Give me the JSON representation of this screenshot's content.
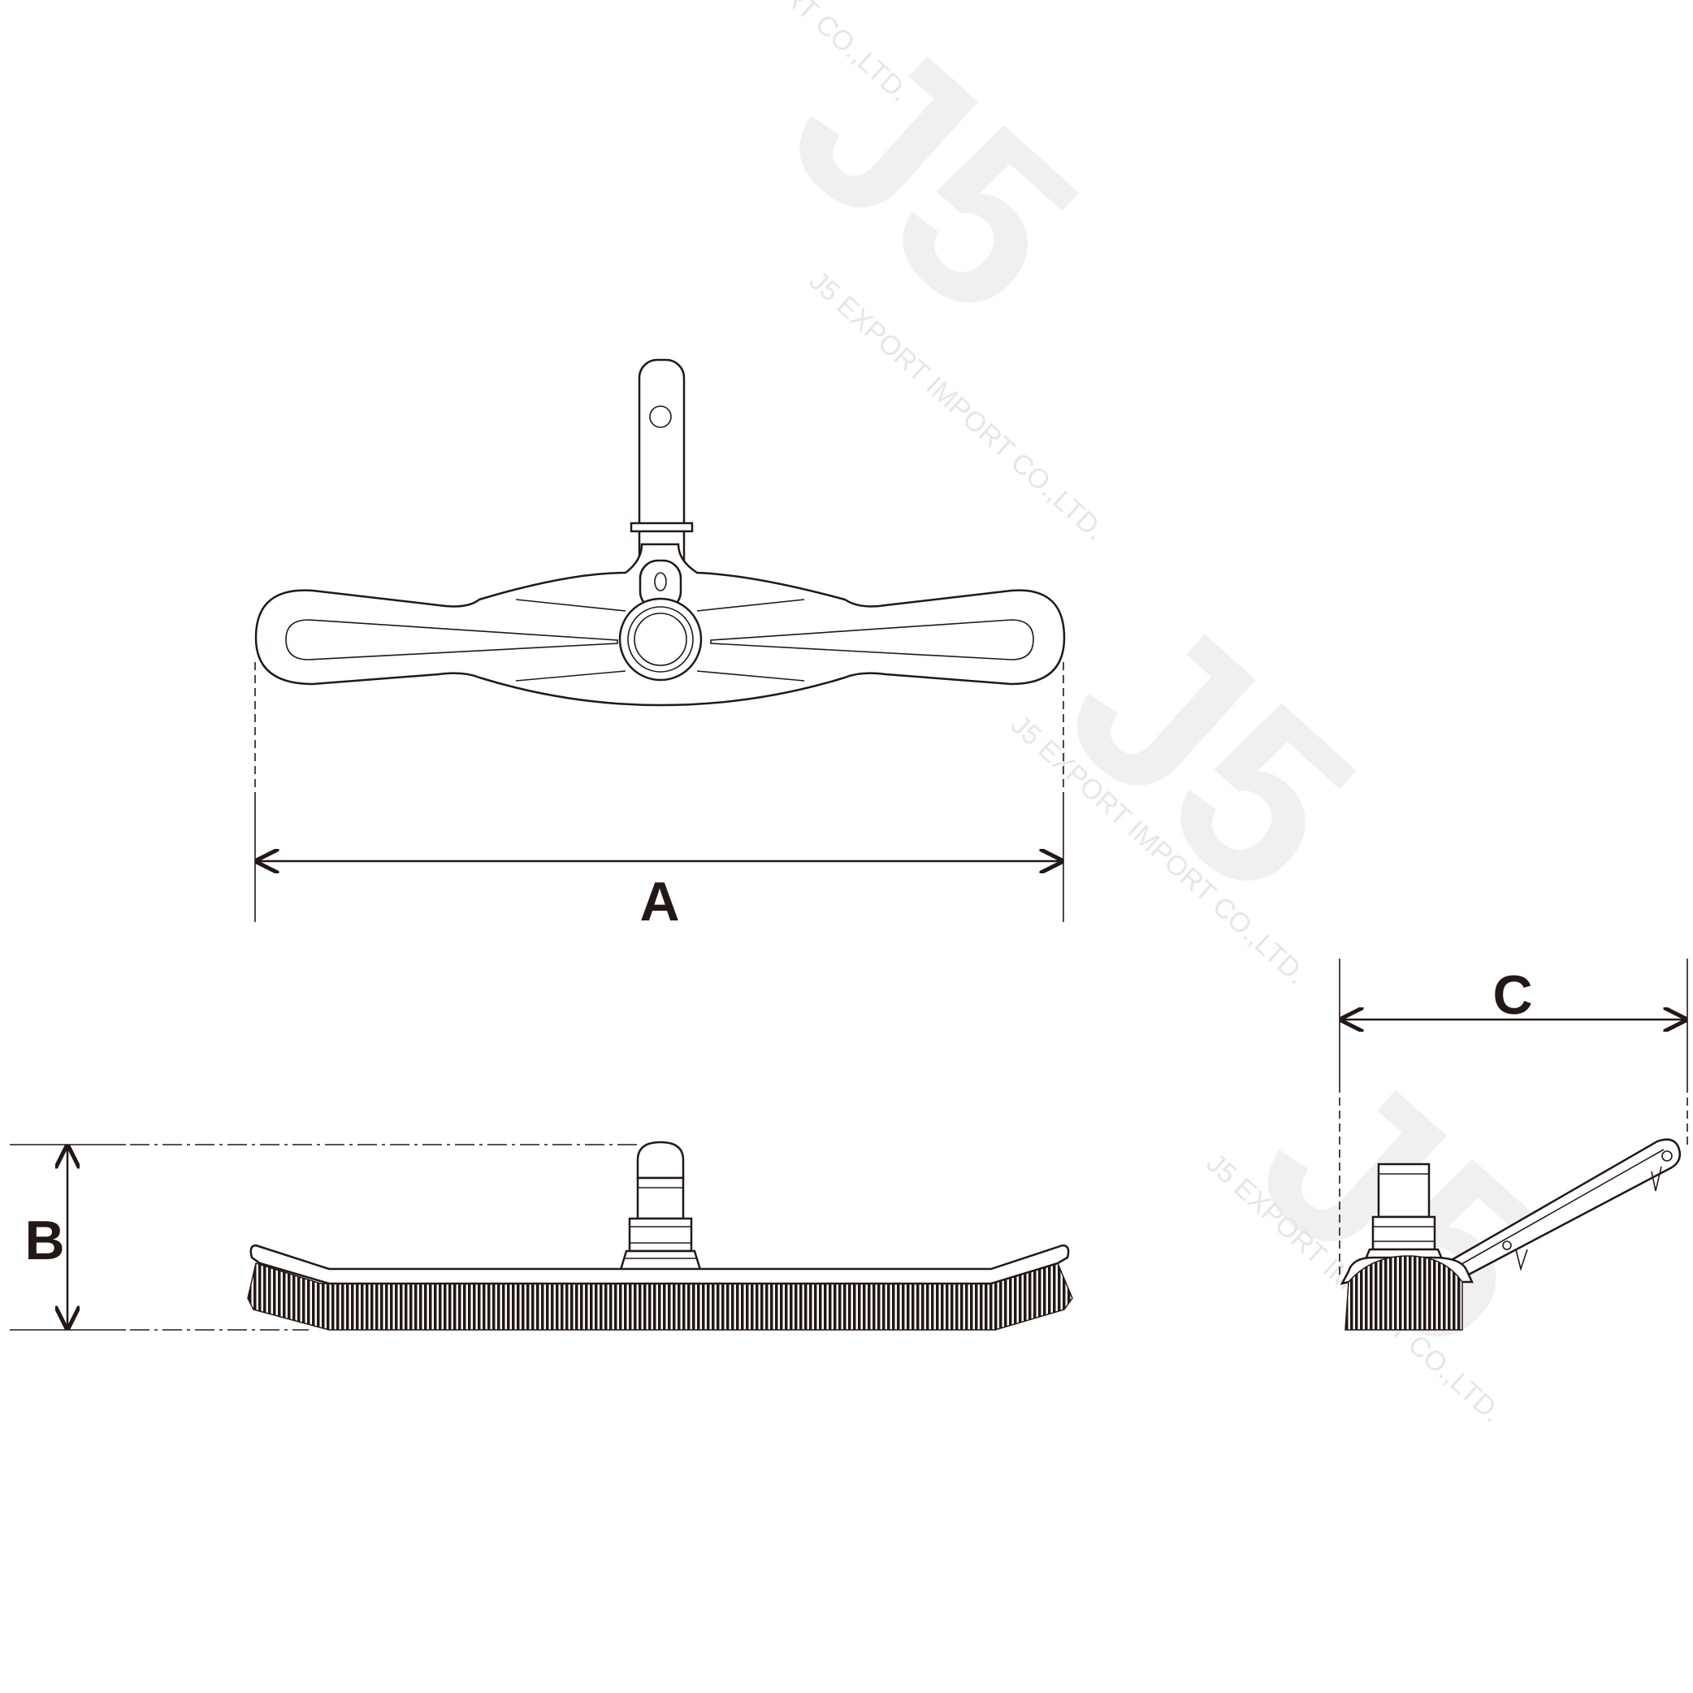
{
  "dimensions": {
    "a_label": "A",
    "b_label": "B",
    "c_label": "C"
  },
  "watermark": {
    "logo": "J5",
    "text": "J5 EXPORT IMPORT CO.,LTD."
  },
  "colors": {
    "ink": "#231815",
    "watermark": "#e6e6e6",
    "background": "#ffffff"
  }
}
